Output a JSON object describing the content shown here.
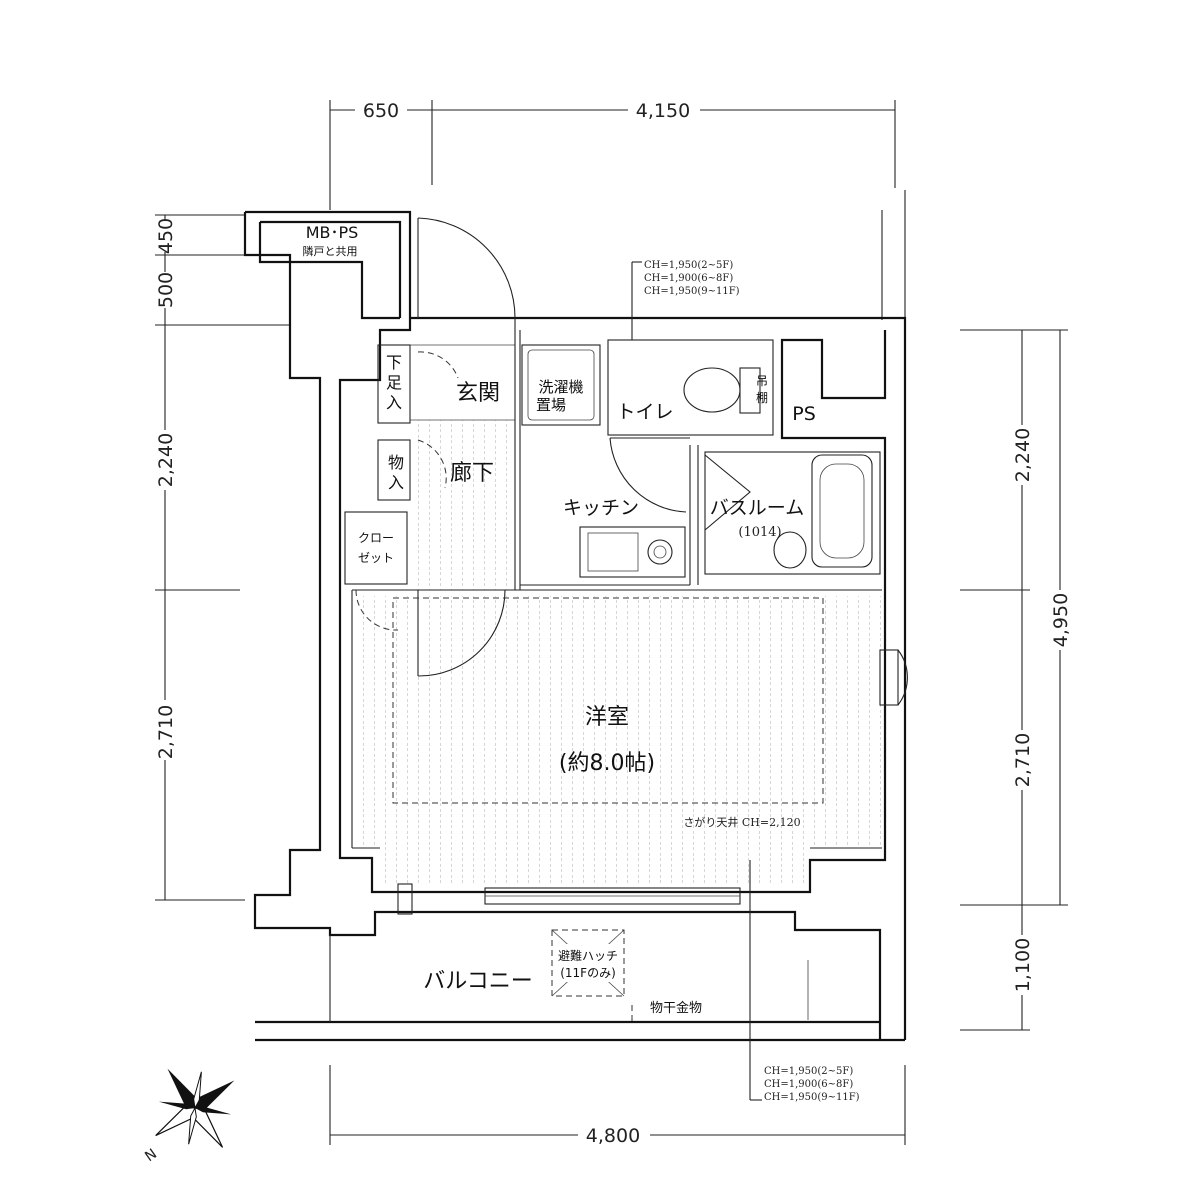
{
  "dimensions": {
    "top_left": "650",
    "top_right": "4,150",
    "bottom": "4,800",
    "left_1": "450",
    "left_2": "500",
    "left_3": "2,240",
    "left_4": "2,710",
    "right_1": "2,240",
    "right_2": "2,710",
    "right_total": "4,950",
    "right_3": "1,100"
  },
  "rooms": {
    "mbps_line1": "MB･PS",
    "mbps_line2": "隣戸と共用",
    "genkan": "玄関",
    "getabako_1": "下",
    "getabako_2": "足",
    "getabako_3": "入",
    "senta_1": "洗濯機",
    "senta_2": "置場",
    "toilet": "トイレ",
    "tana_1": "吊",
    "tana_2": "棚",
    "ps": "PS",
    "monoire_1": "物",
    "monoire_2": "入",
    "rouka": "廊下",
    "kitchen": "キッチン",
    "bath": "バスルーム",
    "bath_size": "(1014)",
    "closet_1": "クロー",
    "closet_2": "ゼット",
    "youshitsu": "洋室",
    "youshitsu_size": "(約8.0帖)",
    "ceiling_note": "さがり天井 CH=2,120",
    "balcony": "バルコニー",
    "hatch_1": "避難ハッチ",
    "hatch_2": "(11Fのみ)",
    "monohoshi": "物干金物"
  },
  "ceiling_heights_top": [
    "CH=1,950(2~5F)",
    "CH=1,900(6~8F)",
    "CH=1,950(9~11F)"
  ],
  "ceiling_heights_bottom": [
    "CH=1,950(2~5F)",
    "CH=1,900(6~8F)",
    "CH=1,950(9~11F)"
  ],
  "compass": {
    "label": "N"
  },
  "colors": {
    "line": "#111111",
    "background": "#ffffff"
  }
}
